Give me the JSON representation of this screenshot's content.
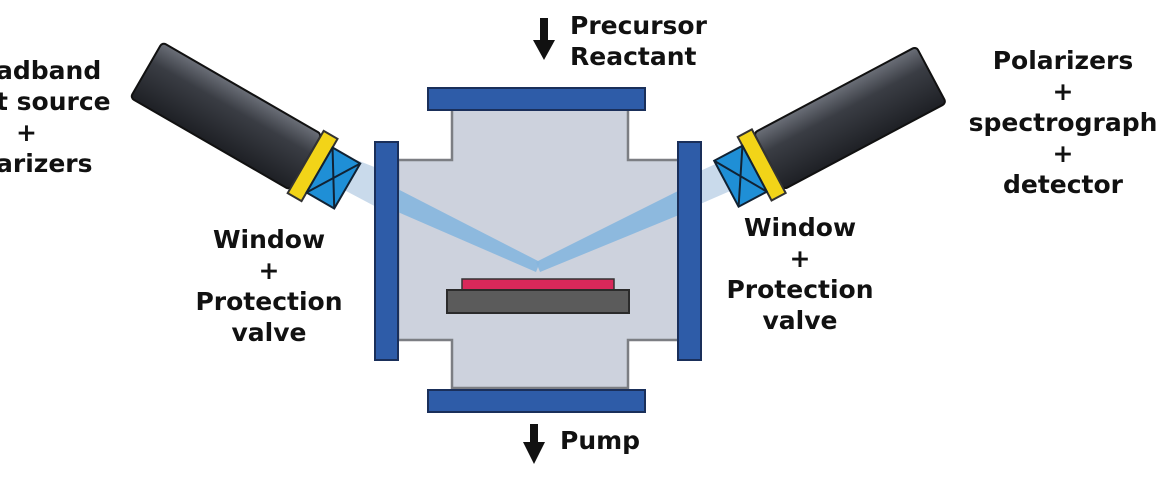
{
  "labels": {
    "top": [
      "Precursor",
      "Reactant"
    ],
    "bottom": "Pump",
    "left_source": [
      "adband",
      "t source",
      "+",
      "arizers"
    ],
    "right_detector": [
      "Polarizers",
      "+",
      "spectrograph",
      "+",
      "detector"
    ],
    "window_left": [
      "Window",
      "+",
      "Protection",
      "valve"
    ],
    "window_right": [
      "Window",
      "+",
      "Protection",
      "valve"
    ]
  },
  "colors": {
    "chamber_fill": "#cdd2dd",
    "chamber_stroke": "#7c7e83",
    "flange_blue": "#2e5ca8",
    "beam_blue": "#7fb2dc",
    "tube_dark": "#2e3138",
    "polarizer_yellow": "#f2d418",
    "filter_blue": "#1f8fd6",
    "sample_red": "#d8285a",
    "stage_gray": "#5b5b5b"
  }
}
